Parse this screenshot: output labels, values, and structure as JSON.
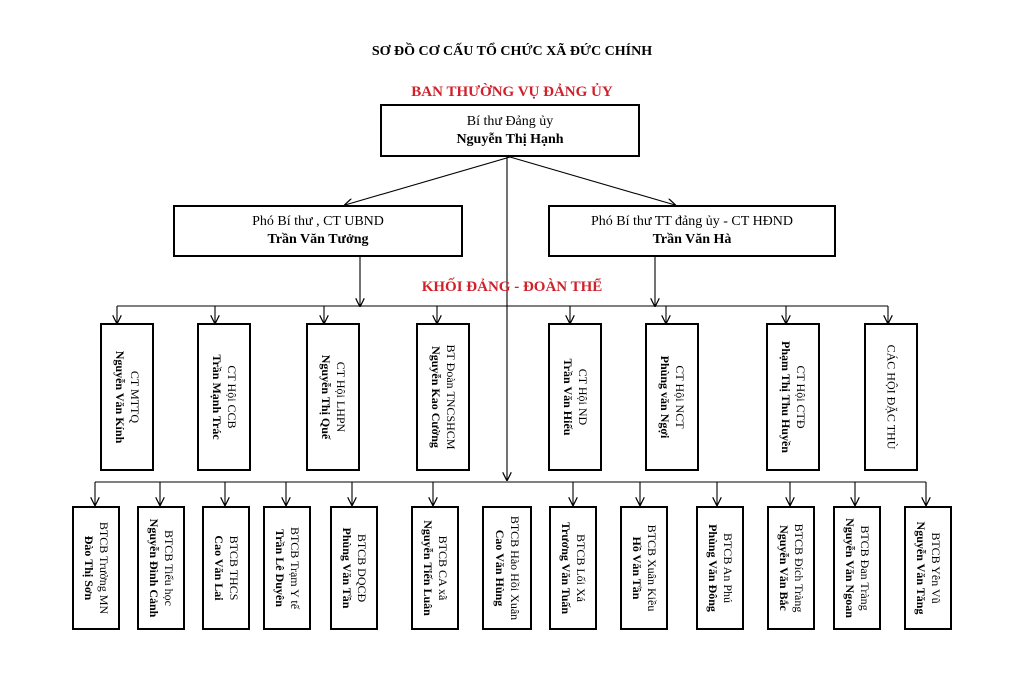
{
  "title": "SƠ ĐỒ CƠ CẤU TỔ CHỨC XÃ ĐỨC CHÍNH",
  "top_heading": "BAN THƯỜNG VỤ ĐẢNG ỦY",
  "middle_heading": "KHỐI ĐẢNG - ĐOÀN THỂ",
  "leader": {
    "role": "Bí thư Đảng ủy",
    "name": "Nguyễn Thị Hạnh"
  },
  "deputies": [
    {
      "role": "Phó Bí thư , CT UBND",
      "name": "Trần Văn Tưởng"
    },
    {
      "role": "Phó Bí thư TT đảng ủy - CT HĐND",
      "name": "Trần Văn Hà"
    }
  ],
  "mass_orgs": [
    {
      "role": "CT MTTQ",
      "name": "Nguyễn Văn Kính"
    },
    {
      "role": "CT Hội CCB",
      "name": "Trần Mạnh Trác"
    },
    {
      "role": "CT Hội LHPN",
      "name": "Nguyễn Thị Quế"
    },
    {
      "role": "BT Đoàn TNCSHCM",
      "name": "Nguyễn Kao Cường"
    },
    {
      "role": "CT Hội ND",
      "name": "Trần Văn Hiếu"
    },
    {
      "role": "CT Hội NCT",
      "name": "Phùng văn Ngợi"
    },
    {
      "role": "CT Hội CTĐ",
      "name": "Phạm Thị Thu Huyền"
    },
    {
      "role": "CÁC HỘI ĐẶC THÙ",
      "name": ""
    }
  ],
  "branches": [
    {
      "role": "BTCB Trường MN",
      "name": "Đào Thị Sơn"
    },
    {
      "role": "BTCB Tiểu học",
      "name": "Nguyễn Đình Cảnh"
    },
    {
      "role": "BTCB THCS",
      "name": "Cao Văn Lai"
    },
    {
      "role": "BTCB Trạm Y tế",
      "name": "Trần Lê Duyên"
    },
    {
      "role": "BTCB DQCĐ",
      "name": "Phùng Văn Tần"
    },
    {
      "role": "BTCB CA xã",
      "name": "Nguyễn Tiến Luân"
    },
    {
      "role": "BTCB Hào Hồi Xuân",
      "name": "Cao Văn Hùng"
    },
    {
      "role": "BTCB Lối Xá",
      "name": "Trương Văn Tuấn"
    },
    {
      "role": "BTCB Xuân Kiều",
      "name": "Hồ Văn Tần"
    },
    {
      "role": "BTCB An Phú",
      "name": "Phùng Văn Đông"
    },
    {
      "role": "BTCB Đích Tràng",
      "name": "Nguyễn Văn Bắc"
    },
    {
      "role": "BTCB Đan Tràng",
      "name": "Nguyễn Văn Ngoan"
    },
    {
      "role": "BTCB Yên Vũ",
      "name": "Nguyễn Văn Tăng"
    }
  ]
}
